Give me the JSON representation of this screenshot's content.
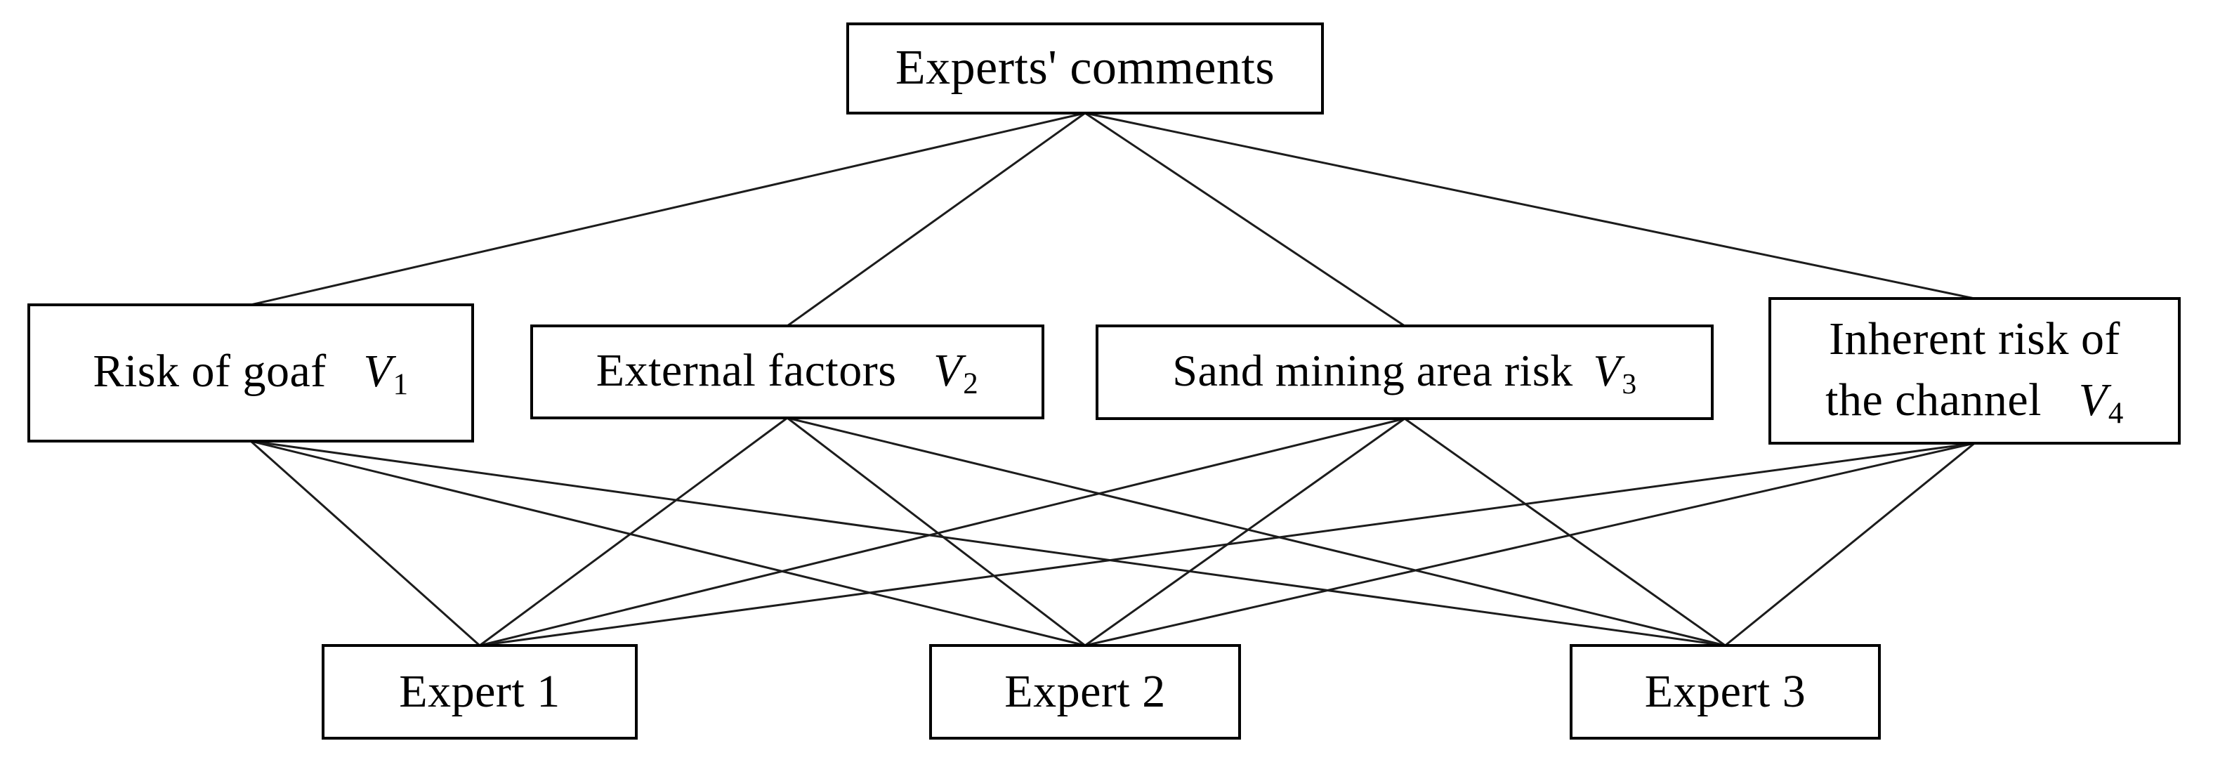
{
  "figure": {
    "background": "#ffffff",
    "box_border_color": "#000000",
    "line_color": "#1c1c1c",
    "text_color": "#000000"
  },
  "nodes": {
    "top": {
      "label": "Experts' comments"
    },
    "v1": {
      "label": "Risk of goaf",
      "var": "V",
      "sub": "1"
    },
    "v2": {
      "label": "External factors",
      "var": "V",
      "sub": "2"
    },
    "v3": {
      "label": "Sand mining area risk",
      "var": "V",
      "sub": "3"
    },
    "v4": {
      "label_line1": "Inherent risk of",
      "label_line2": "the channel",
      "var": "V",
      "sub": "4"
    },
    "e1": {
      "label": "Expert 1"
    },
    "e2": {
      "label": "Expert 2"
    },
    "e3": {
      "label": "Expert 3"
    }
  },
  "edges": [
    [
      "top",
      "v1"
    ],
    [
      "top",
      "v2"
    ],
    [
      "top",
      "v3"
    ],
    [
      "top",
      "v4"
    ],
    [
      "v1",
      "e1"
    ],
    [
      "v1",
      "e2"
    ],
    [
      "v1",
      "e3"
    ],
    [
      "v2",
      "e1"
    ],
    [
      "v2",
      "e2"
    ],
    [
      "v2",
      "e3"
    ],
    [
      "v3",
      "e1"
    ],
    [
      "v3",
      "e2"
    ],
    [
      "v3",
      "e3"
    ],
    [
      "v4",
      "e1"
    ],
    [
      "v4",
      "e2"
    ],
    [
      "v4",
      "e3"
    ]
  ]
}
